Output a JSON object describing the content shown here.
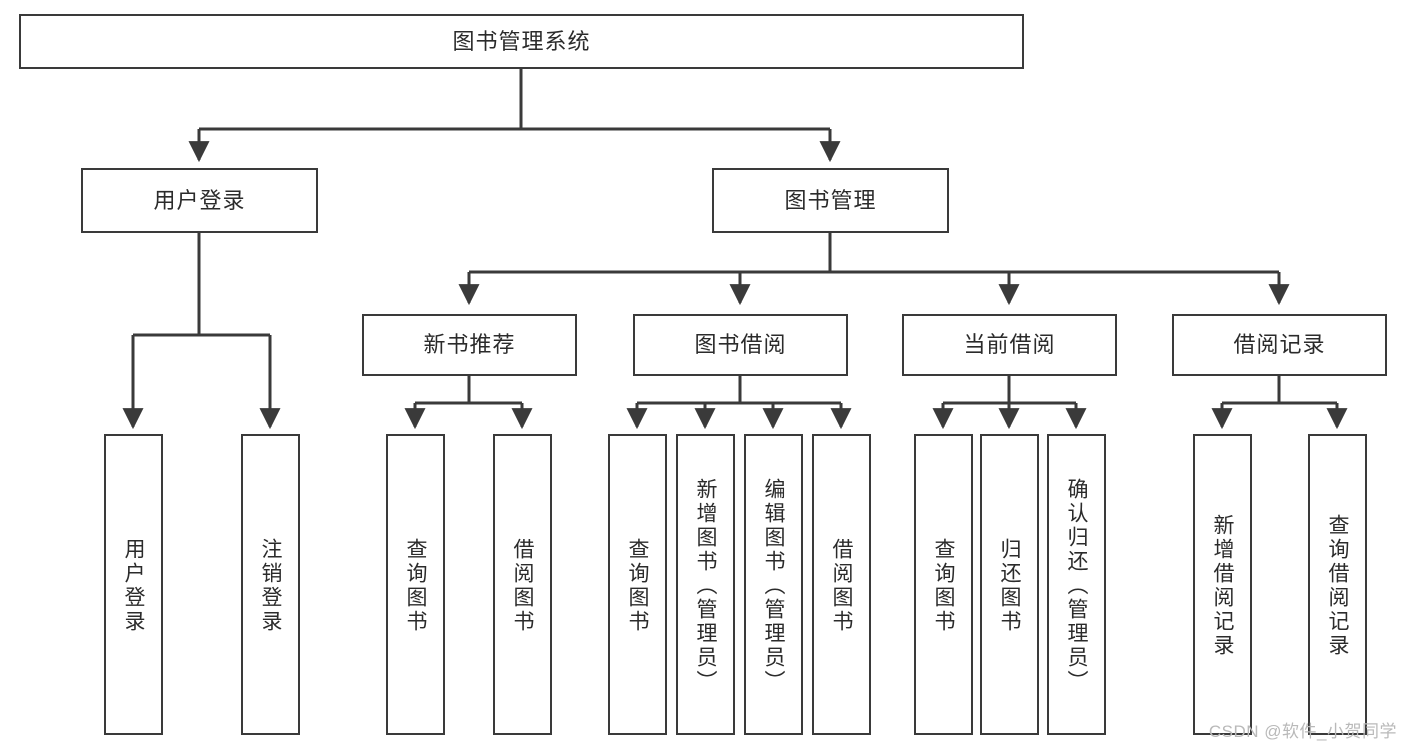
{
  "diagram": {
    "title": "图书管理系统",
    "root": {
      "label": "图书管理系统"
    },
    "level2": [
      {
        "label": "用户登录"
      },
      {
        "label": "图书管理"
      }
    ],
    "level3": [
      {
        "label": "新书推荐"
      },
      {
        "label": "图书借阅"
      },
      {
        "label": "当前借阅"
      },
      {
        "label": "借阅记录"
      }
    ],
    "leaves": {
      "user_login": [
        {
          "label": "用户登录"
        },
        {
          "label": "注销登录"
        }
      ],
      "new_book_recommend": [
        {
          "label": "查询图书"
        },
        {
          "label": "借阅图书"
        }
      ],
      "book_borrow": [
        {
          "label": "查询图书"
        },
        {
          "label": "新增图书（管理员）"
        },
        {
          "label": "编辑图书（管理员）"
        },
        {
          "label": "借阅图书"
        }
      ],
      "current_borrow": [
        {
          "label": "查询图书"
        },
        {
          "label": "归还图书"
        },
        {
          "label": "确认归还（管理员）"
        }
      ],
      "borrow_record": [
        {
          "label": "新增借阅记录"
        },
        {
          "label": "查询借阅记录"
        }
      ]
    }
  },
  "watermark": {
    "text": "CSDN @软件_小贺同学"
  },
  "colors": {
    "stroke": "#3a3a3a",
    "background": "#ffffff",
    "text": "#2b2b2b",
    "watermark": "#b9b9b9"
  }
}
